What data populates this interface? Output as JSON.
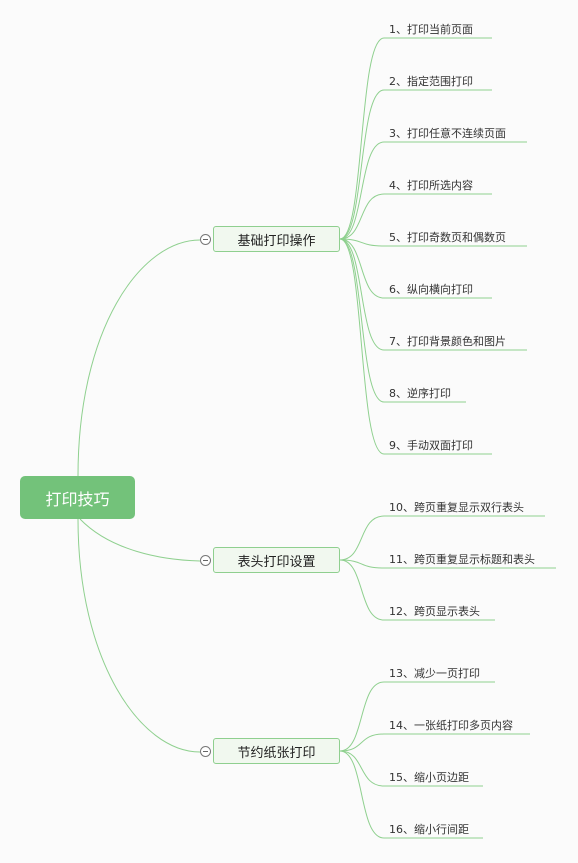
{
  "mindmap": {
    "root": "打印技巧",
    "branches": [
      {
        "label": "基础打印操作",
        "items": [
          "1、打印当前页面",
          "2、指定范围打印",
          "3、打印任意不连续页面",
          "4、打印所选内容",
          "5、打印奇数页和偶数页",
          "6、纵向横向打印",
          "7、打印背景颜色和图片",
          "8、逆序打印",
          "9、手动双面打印"
        ]
      },
      {
        "label": "表头打印设置",
        "items": [
          "10、跨页重复显示双行表头",
          "11、跨页重复显示标题和表头",
          "12、跨页显示表头"
        ]
      },
      {
        "label": "节约纸张打印",
        "items": [
          "13、减少一页打印",
          "14、一张纸打印多页内容",
          "15、缩小页边距",
          "16、缩小行间距"
        ]
      }
    ],
    "colors": {
      "line": "#8fd08f",
      "root_fill": "#73c27a",
      "branch_fill": "#f1f8ef",
      "branch_border": "#8fcf8f"
    }
  }
}
